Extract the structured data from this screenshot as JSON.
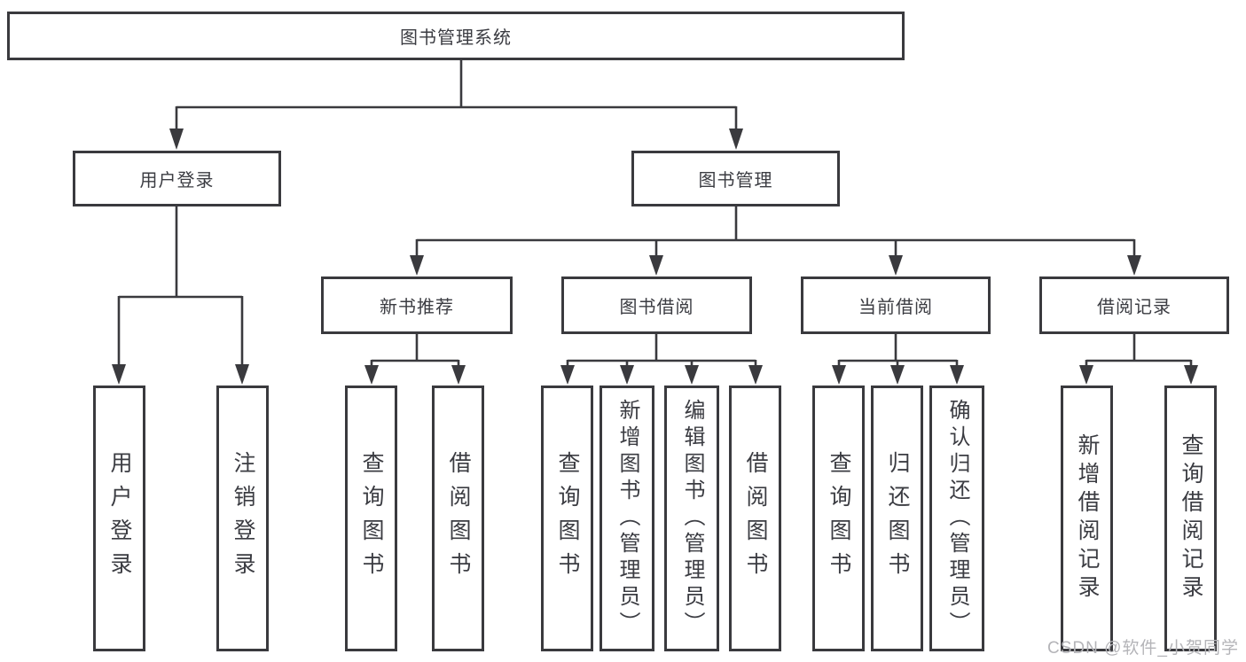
{
  "title": "图书管理系统",
  "watermark": "CSDN @软件_小贺同学",
  "colors": {
    "line": "#3a3a3e",
    "node_border": "#3a3a3e",
    "node_text": "#3b3c42",
    "background": "#ffffff",
    "watermark_text": "#b4b4b8"
  },
  "nodes": {
    "root": "图书管理系统",
    "user_login": "用户登录",
    "book_mgmt": "图书管理",
    "new_books": "新书推荐",
    "book_borrow": "图书借阅",
    "current_borrow": "当前借阅",
    "borrow_records": "借阅记录",
    "leaves": {
      "login": "用户登录",
      "logout": "注销登录",
      "nb_query": "查询图书",
      "nb_borrow": "借阅图书",
      "bb_query": "查询图书",
      "bb_add": "新增图书（管理员）",
      "bb_edit": "编辑图书（管理员）",
      "bb_borrow": "借阅图书",
      "cb_query": "查询图书",
      "cb_return": "归还图书",
      "cb_confirm": "确认归还（管理员）",
      "br_add": "新增借阅记录",
      "br_query": "查询借阅记录"
    }
  }
}
